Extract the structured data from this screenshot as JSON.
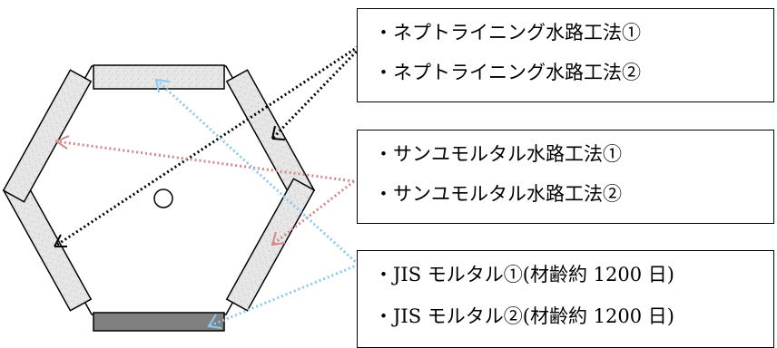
{
  "legend": {
    "neptolining": {
      "line1": "・ネプトライニング水路工法①",
      "line2": "・ネプトライニング水路工法②",
      "arrow_color": "#000000"
    },
    "sanyu": {
      "line1": "・サンユモルタル水路工法①",
      "line2": "・サンユモルタル水路工法②",
      "arrow_color": "#d08a8a"
    },
    "jis": {
      "line1": "・JIS モルタル①(材齢約 1200 日)",
      "line2": "・JIS  モルタル②(材齢約 1200 日)",
      "arrow_color": "#8ec8f0"
    }
  },
  "colors": {
    "panel_fill": "#e6e6e6",
    "dark_panel_fill": "#808080",
    "outline": "#000000"
  }
}
